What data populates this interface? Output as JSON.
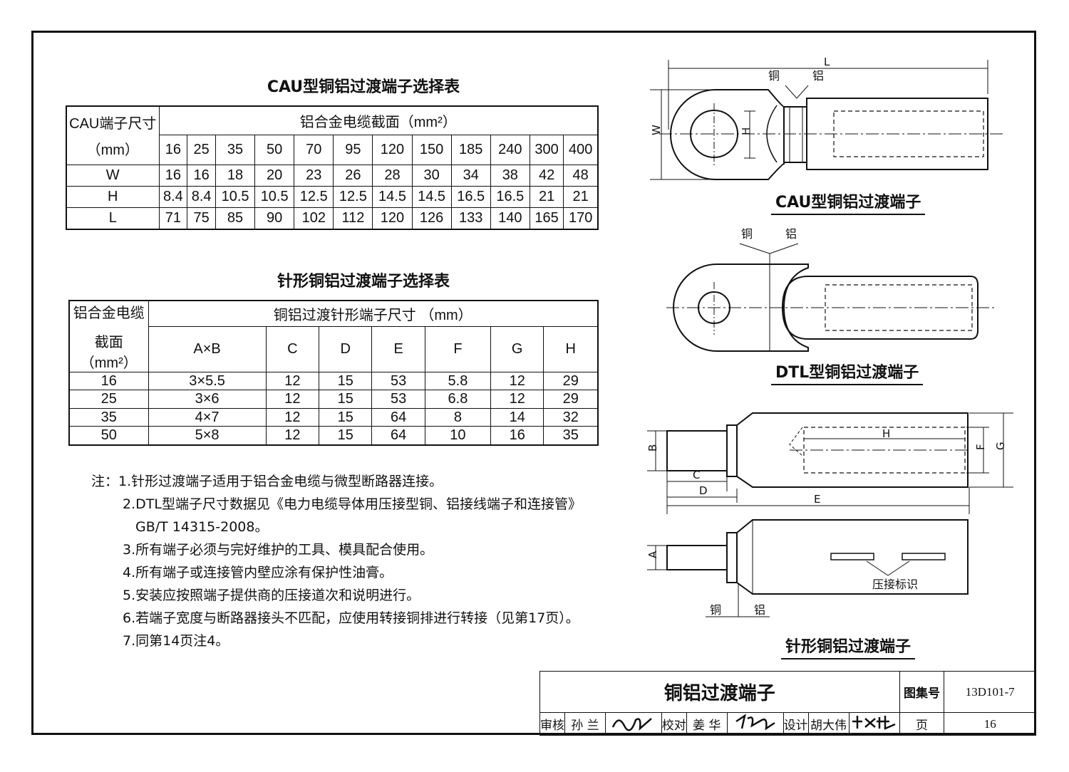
{
  "cau_table": {
    "title": "CAU型铜铝过渡端子选择表",
    "header_left_1": "CAU端子尺寸",
    "header_left_2": "（mm）",
    "header_top": "铝合金电缆截面（mm²）",
    "sections": [
      "16",
      "25",
      "35",
      "50",
      "70",
      "95",
      "120",
      "150",
      "185",
      "240",
      "300",
      "400"
    ],
    "rows": [
      {
        "label": "W",
        "values": [
          "16",
          "16",
          "18",
          "20",
          "23",
          "26",
          "28",
          "30",
          "34",
          "38",
          "42",
          "48"
        ]
      },
      {
        "label": "H",
        "values": [
          "8.4",
          "8.4",
          "10.5",
          "10.5",
          "12.5",
          "12.5",
          "14.5",
          "14.5",
          "16.5",
          "16.5",
          "21",
          "21"
        ]
      },
      {
        "label": "L",
        "values": [
          "71",
          "75",
          "85",
          "90",
          "102",
          "112",
          "120",
          "126",
          "133",
          "140",
          "165",
          "170"
        ]
      }
    ]
  },
  "pin_table": {
    "title": "针形铜铝过渡端子选择表",
    "header_left_1": "铝合金电缆",
    "header_left_2": "截面（mm²）",
    "header_top": "铜铝过渡针形端子尺寸 （mm）",
    "columns": [
      "A×B",
      "C",
      "D",
      "E",
      "F",
      "G",
      "H"
    ],
    "rows": [
      {
        "section": "16",
        "values": [
          "3×5.5",
          "12",
          "15",
          "53",
          "5.8",
          "12",
          "29"
        ]
      },
      {
        "section": "25",
        "values": [
          "3×6",
          "12",
          "15",
          "53",
          "6.8",
          "12",
          "29"
        ]
      },
      {
        "section": "35",
        "values": [
          "4×7",
          "12",
          "15",
          "64",
          "8",
          "14",
          "32"
        ]
      },
      {
        "section": "50",
        "values": [
          "5×8",
          "12",
          "15",
          "64",
          "10",
          "16",
          "35"
        ]
      }
    ]
  },
  "notes": {
    "prefix": "注：",
    "n1": "1.针形过渡端子适用于铝合金电缆与微型断路器连接。",
    "n2": "2.DTL型端子尺寸数据见《电力电缆导体用压接型铜、铝接线端子和连接管》",
    "n2b": "GB/T 14315-2008。",
    "n3": "3.所有端子必须与完好维护的工具、模具配合使用。",
    "n4": "4.所有端子或连接管内壁应涂有保护性油膏。",
    "n5": "5.安装应按照端子提供商的压接道次和说明进行。",
    "n6": "6.若端子宽度与断路器接头不匹配，应使用转接铜排进行转接（见第17页）。",
    "n7": "7.同第14页注4。"
  },
  "drawings": {
    "cau_caption": "CAU型铜铝过渡端子",
    "dtl_caption": "DTL型铜铝过渡端子",
    "pin_caption": "针形铜铝过渡端子",
    "copper": "铜",
    "aluminum": "铝",
    "crimp_mark": "压接标识",
    "dim_L": "L",
    "dim_W": "W",
    "dim_H": "H",
    "dim_A": "A",
    "dim_B": "B",
    "dim_C": "C",
    "dim_D": "D",
    "dim_E": "E",
    "dim_F": "F",
    "dim_G": "G"
  },
  "title_block": {
    "drawing_title": "铜铝过渡端子",
    "atlas_label": "图集号",
    "atlas_no": "13D101-7",
    "review_label": "审核",
    "reviewer": "孙 兰",
    "check_label": "校对",
    "checker": "姜 华",
    "design_label": "设计",
    "designer": "胡大伟",
    "page_label": "页",
    "page_no": "16"
  }
}
